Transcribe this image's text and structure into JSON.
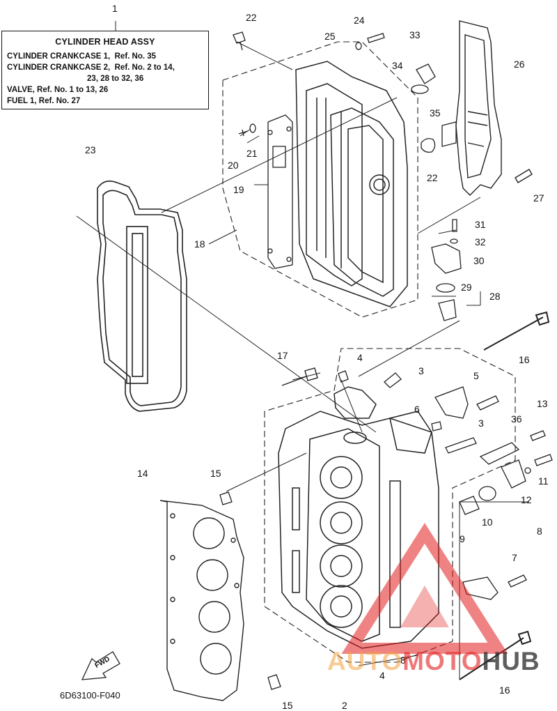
{
  "assy_box": {
    "title": "CYLINDER HEAD ASSY",
    "lines": [
      "CYLINDER CRANKCASE 1,  Ref. No. 35",
      "CYLINDER CRANKCASE 2,  Ref. No. 2 to 14,",
      "                                    23, 28 to 32, 36",
      "VALVE, Ref. No. 1 to 13, 26",
      "FUEL 1, Ref. No. 27"
    ]
  },
  "callouts": [
    "1",
    "2",
    "3",
    "3",
    "4",
    "4",
    "5",
    "6",
    "7",
    "8",
    "8",
    "9",
    "10",
    "11",
    "12",
    "13",
    "14",
    "15",
    "15",
    "16",
    "16",
    "17",
    "18",
    "19",
    "20",
    "21",
    "22",
    "22",
    "23",
    "24",
    "25",
    "26",
    "27",
    "28",
    "29",
    "30",
    "31",
    "32",
    "33",
    "34",
    "35",
    "36"
  ],
  "fwd_label": "FWD",
  "figure_code": "6D63100-F040",
  "watermark": {
    "part_a": "AUTO",
    "part_b": "MOTO",
    "part_c": "HUB",
    "colors": {
      "auto": "#f4a03c",
      "moto": "#e21e1e",
      "hub": "#282828"
    }
  }
}
